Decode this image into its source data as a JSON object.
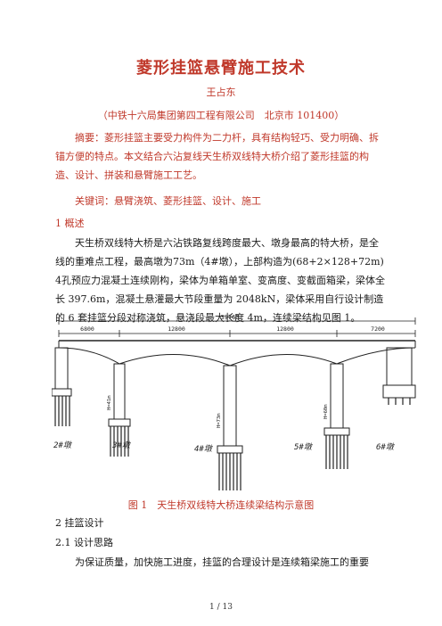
{
  "title": "菱形挂篮悬臂施工技术",
  "author": "王占东",
  "affiliation": "（中铁十六局集团第四工程有限公司　北京市 101400）",
  "abstract": "摘要：菱形挂篮主要受力构件为二力杆，具有结构轻巧、受力明确、拆锚方便的特点。本文结合六沾复线天生桥双线特大桥介绍了菱形挂篮的构造、设计、拼装和悬臂施工工艺。",
  "keywords": "关键词：悬臂浇筑、菱形挂篮、设计、施工",
  "section1_heading": "1 概述",
  "section1_text": "天生桥双线特大桥是六沾铁路复线跨度最大、墩身最高的特大桥，是全线的重难点工程，最高墩为73m（4#墩），上部构造为(68+2×128+72m) 4孔预应力混凝土连续刚构，梁体为单箱单室、变高度、变截面箱梁，梁体全长 397.6m，混凝土悬灌最大节段重量为 2048kN，梁体采用自行设计制造的 6 套挂篮分段对称浇筑，悬浇段最大长度 4m，连续梁结构见图 1。",
  "figure": {
    "total_span": "39760",
    "spans": [
      "6800",
      "12800",
      "12800",
      "7200"
    ],
    "piers": [
      "2#墩",
      "3#墩",
      "4#墩",
      "5#墩",
      "6#墩"
    ],
    "pier_heights": [
      "H=41m",
      "H=73m",
      "H=60m"
    ]
  },
  "figure_caption": "图 1　天生桥双线特大桥连续梁结构示意图",
  "section2_heading": "2 挂篮设计",
  "section21_heading": "2.1 设计思路",
  "section21_text": "为保证质量，加快施工进度，挂篮的合理设计是连续箱梁施工的重要",
  "footer": "1 / 13"
}
